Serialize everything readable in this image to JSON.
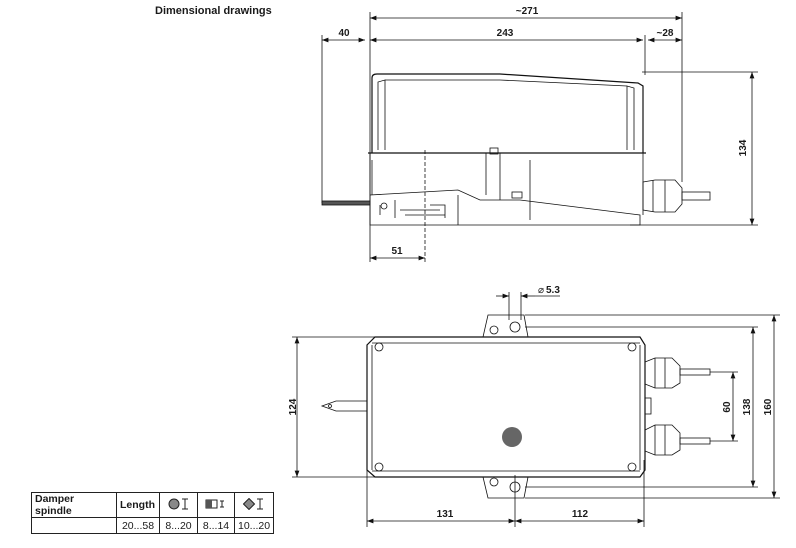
{
  "title": "Dimensional drawings",
  "side_view": {
    "dims": {
      "overall": "~271",
      "body": "243",
      "spindle_offset": "40",
      "gland": "~28",
      "height": "134",
      "axis_offset": "51"
    }
  },
  "top_view": {
    "dims": {
      "hole": "5.3",
      "hole_symbol": "⌀",
      "width": "124",
      "outer_width": "160",
      "mount_width": "138",
      "gland_spacing": "60",
      "left_to_axis": "131",
      "axis_to_right": "112"
    }
  },
  "table": {
    "headers": [
      "Damper spindle",
      "Length",
      "round-spindle-icon",
      "square-spindle-icon",
      "diamond-spindle-icon"
    ],
    "row": [
      "",
      "20...58",
      "8...20",
      "8...14",
      "10...20"
    ]
  }
}
